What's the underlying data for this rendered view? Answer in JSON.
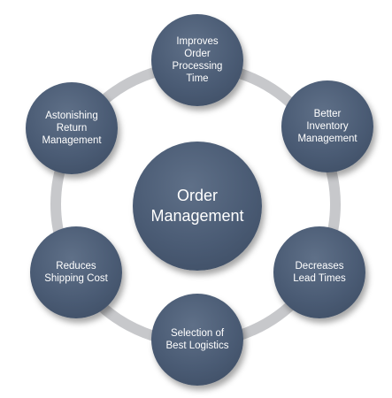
{
  "diagram": {
    "center": {
      "label": "Order\nManagement"
    },
    "nodes": [
      {
        "id": "top",
        "label": "Improves\nOrder\nProcessing\nTime"
      },
      {
        "id": "upper-right",
        "label": "Better\nInventory\nManagement"
      },
      {
        "id": "lower-right",
        "label": "Decreases\nLead Times"
      },
      {
        "id": "bottom",
        "label": "Selection of\nBest Logistics"
      },
      {
        "id": "lower-left",
        "label": "Reduces\nShipping Cost"
      },
      {
        "id": "upper-left",
        "label": "Astonishing\nReturn\nManagement"
      }
    ],
    "colors": {
      "node_fill": "#4a5b74",
      "ring": "#c7c8cb",
      "text": "#ffffff"
    }
  }
}
